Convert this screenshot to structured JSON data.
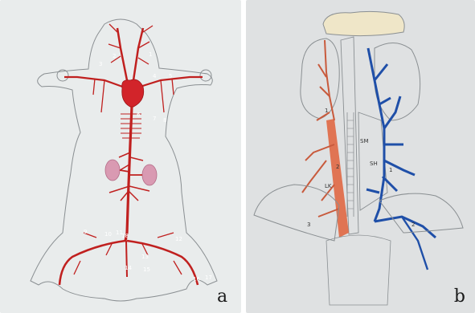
{
  "panels": {
    "a": {
      "label": "a"
    },
    "b": {
      "label": "b"
    }
  },
  "panel_a_numbers": [
    "1",
    "2",
    "3",
    "4",
    "5",
    "6",
    "7",
    "8",
    "9",
    "10",
    "11",
    "12",
    "13",
    "14",
    "15",
    "16",
    "17",
    "18"
  ],
  "panel_b_labels": {
    "lk": "LK",
    "sm": "SM",
    "sh": "SH",
    "a1": "1",
    "a2": "2",
    "a3": "3",
    "b1": "1",
    "b2": "2"
  },
  "colors": {
    "artery": "#c0201f",
    "heart": "#d2242a",
    "vein": "#1f4fa8",
    "kidney": "#d99ab2",
    "outline": "#8a8f92",
    "muscle_orange": "#e0603a"
  }
}
